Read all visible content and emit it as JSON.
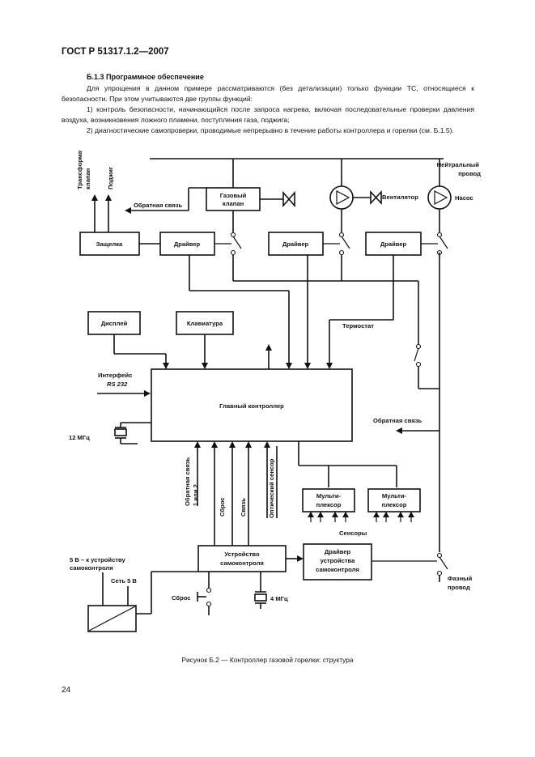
{
  "page": {
    "header": "ГОСТ Р 51317.1.2—2007",
    "section_title": "Б.1.3 Программное обеспечение",
    "para1": "Для упрощения в данном примере рассматриваются (без детализации) только функции ТС, относящиеся к безопасности. При этом учитываются две группы функций:",
    "para2": "1) контроль безопасности, начинающийся после запроса нагрева, включая последовательные проверки давления воздуха, возникновения ложного пламени, поступления газа, поджига;",
    "para3": "2) диагностические самопроверки, проводимые непрерывно в течение работы контроллера и горелки (см. Б.1.5).",
    "caption": "Рисунок Б.2 — Контроллер газовой горелки: структура",
    "page_number": "24"
  },
  "diagram": {
    "neutral": [
      "Нейтральный",
      "провод"
    ],
    "phase": [
      "Фазный",
      "провод"
    ],
    "gas_valve": [
      "Газовый",
      "клапан"
    ],
    "fan": "Вентилятор",
    "pump": "Насос",
    "latch": "Защелка",
    "driver": "Драйвер",
    "transformer_valve": [
      "Трансформатор",
      "клапан"
    ],
    "ignition": "Поджиг",
    "feedback": "Обратная связь",
    "display": "Дисплей",
    "keyboard": "Клавиатура",
    "thermostat": "Термостат",
    "interface": [
      "Интерфейс",
      "RS 232"
    ],
    "main_controller": "Главный контроллер",
    "crystal_12": "12 МГц",
    "feedback_1_2": [
      "Обратная связь",
      "1 или 2"
    ],
    "reset_v": "Сброс",
    "link": "Связь",
    "optical": "Оптический сенсор",
    "mux": [
      "Мульти-",
      "плексор"
    ],
    "sensors": "Сенсоры",
    "self_check": [
      "Устройство",
      "самоконтроля"
    ],
    "self_check_driver": [
      "Драйвер",
      "устройства",
      "самоконтроля"
    ],
    "supply_5v": [
      "5 В – к устройству",
      "самоконтроля"
    ],
    "mains_5v": "Сеть 5 В",
    "reset": "Сброс",
    "crystal_4": "4 МГц"
  }
}
